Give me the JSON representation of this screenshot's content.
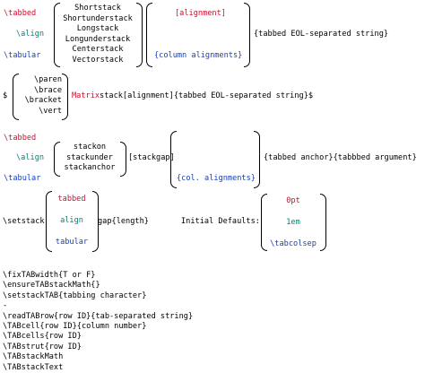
{
  "block1": {
    "left": [
      "\\tabbed",
      "\\align",
      "\\tabular"
    ],
    "middle": [
      "Shortstack",
      "Shortunderstack",
      "Longstack",
      "Longunderstack",
      "Centerstack",
      "Vectorstack"
    ],
    "right_top": "[alignment]",
    "right_bottom": "{column alignments}",
    "tail": "{tabbed EOL-separated string}"
  },
  "block2": {
    "prefix": "$",
    "list": [
      "\\paren",
      "\\brace",
      "\\bracket",
      "\\vert"
    ],
    "matrix_word": "Matrix",
    "tail": "stack[alignment]{tabbed EOL-separated string}$"
  },
  "block3": {
    "left": [
      "\\tabbed",
      "\\align",
      "\\tabular"
    ],
    "middle": [
      "stackon",
      "stackunder",
      "stackanchor"
    ],
    "gap": "[stackgap]",
    "right_top": "{col. alignments}",
    "tail": "{tabbed anchor}{tabbbed argument}"
  },
  "block4": {
    "prefix": "\\setstack",
    "list": [
      "tabbed",
      "align",
      "tabular"
    ],
    "gap": "gap{length}",
    "defaults_label": "Initial Defaults:",
    "defaults": [
      "0pt",
      "1em",
      "\\tabcolsep"
    ]
  },
  "commands": [
    "\\fixTABwidth{T or F}",
    "\\ensureTABstackMath{}",
    "\\setstackTAB{tabbing character}",
    "-",
    "\\readTABrow{row ID}{tab-separated string}",
    "\\TABcell{row ID}{column number}",
    "\\TABcells{row ID}",
    "\\TABstrut{row ID}",
    "\\TABstackMath",
    "\\TABstackText"
  ],
  "colors": {
    "red": "#c8102e",
    "teal": "#00847a",
    "blue": "#1a3fb0"
  }
}
